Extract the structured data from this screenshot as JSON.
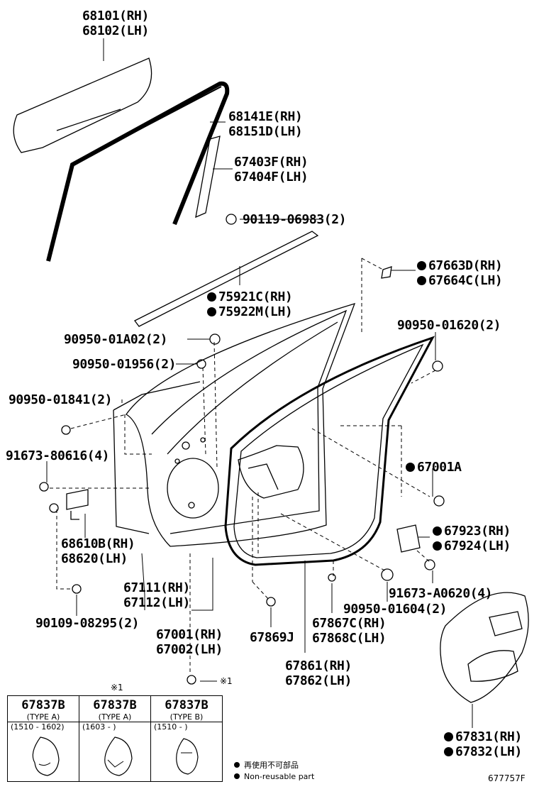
{
  "labels": {
    "glass": [
      "68101(RH)",
      "68102(LH)"
    ],
    "run": [
      "68141E(RH)",
      "68151D(LH)"
    ],
    "channel": [
      "67403F(RH)",
      "67404F(LH)"
    ],
    "bolt_channel": "90119-06983(2)",
    "cover": [
      "67663D(RH)",
      "67664C(LH)"
    ],
    "belt": [
      "75921C(RH)",
      "75922M(LH)"
    ],
    "plug_a02": "90950-01A02(2)",
    "plug_956": "90950-01956(2)",
    "plug_620": "90950-01620(2)",
    "plug_841": "90950-01841(2)",
    "bolt_616": "91673-80616(4)",
    "clip_67001a": "67001A",
    "hinge": [
      "68610B(RH)",
      "68620(LH)"
    ],
    "check": [
      "67923(RH)",
      "67924(LH)"
    ],
    "bolt_a0620": "91673-A0620(4)",
    "panel": [
      "67111(RH)",
      "67112(LH)"
    ],
    "plug_604": "90950-01604(2)",
    "bolt_295": "90109-08295(2)",
    "door": [
      "67001(RH)",
      "67002(LH)"
    ],
    "clip_869": "67869J",
    "seal_c": [
      "67867C(RH)",
      "67868C(LH)"
    ],
    "weatherstrip": [
      "67861(RH)",
      "67862(LH)"
    ],
    "hole_cover": [
      "67831(RH)",
      "67832(LH)"
    ]
  },
  "ref_mark": "※1",
  "types": [
    {
      "part": "67837B",
      "type": "(TYPE A)",
      "date": "(1510 - 1602)"
    },
    {
      "part": "67837B",
      "type": "(TYPE A)",
      "date": "(1603 -      )"
    },
    {
      "part": "67837B",
      "type": "(TYPE B)",
      "date": "(1510 -      )"
    }
  ],
  "legend": {
    "jp": "再使用不可部品",
    "en": "Non-reusable part"
  },
  "diagram_code": "677757F"
}
